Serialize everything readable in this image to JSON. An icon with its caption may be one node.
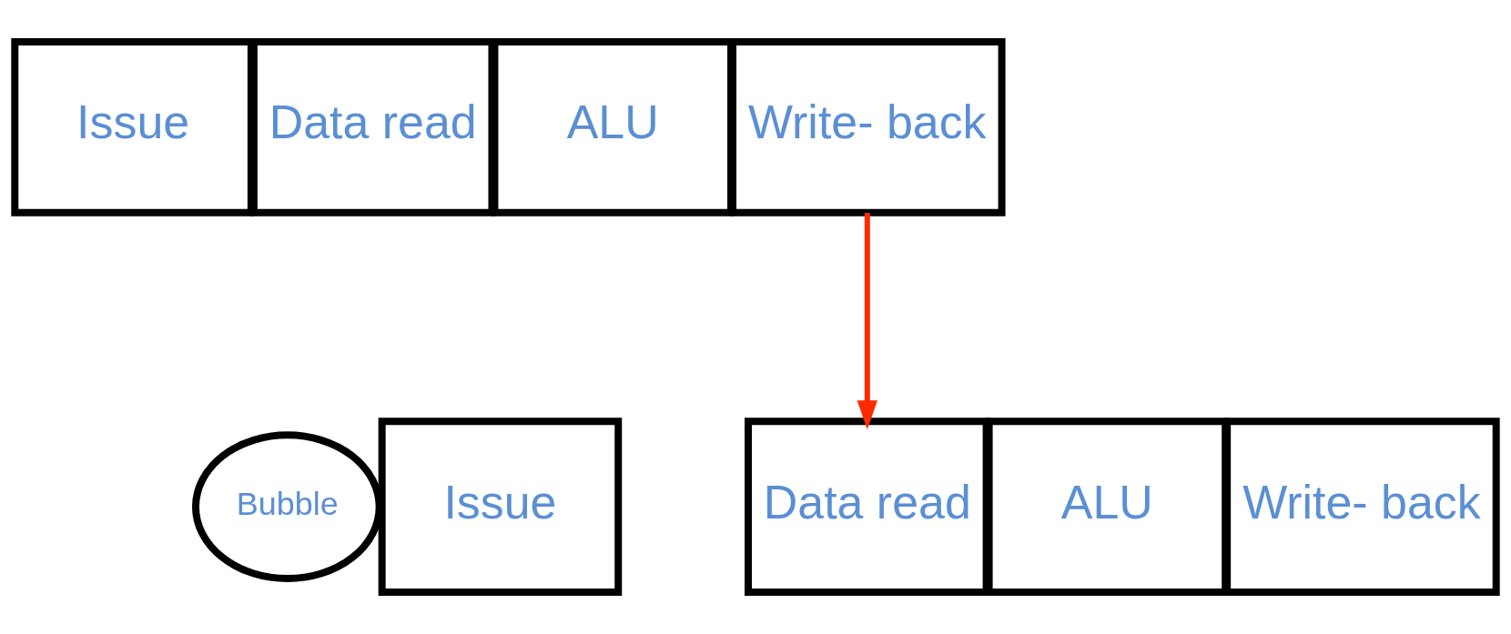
{
  "diagram": {
    "nodes": [
      {
        "text": [
          "Issue"
        ]
      },
      {
        "text": [
          "Data read"
        ]
      },
      {
        "text": [
          "ALU"
        ]
      },
      {
        "text": [
          "Write- back"
        ]
      },
      {
        "text": [
          "Bubble"
        ]
      },
      {
        "text": [
          "Issue"
        ]
      },
      {
        "text": [
          "Data read"
        ]
      },
      {
        "text": [
          "ALU"
        ]
      },
      {
        "text": [
          "Write- back"
        ]
      }
    ],
    "edges": [
      {
        "from": 3,
        "to": 6,
        "arrow": "to",
        "color": "#ff2a00"
      }
    ]
  }
}
